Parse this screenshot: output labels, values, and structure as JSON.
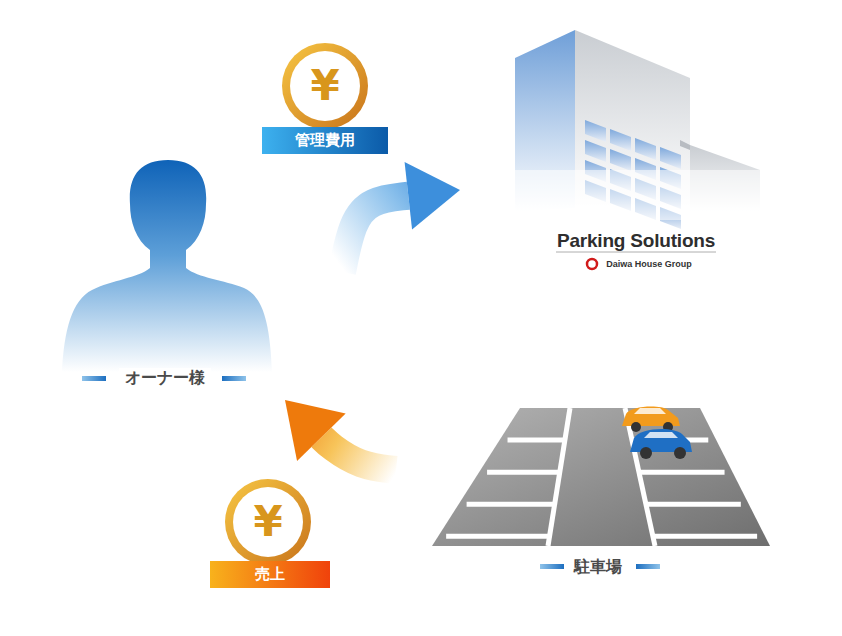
{
  "diagram": {
    "nodes": [
      {
        "text": [
          "オーナー様"
        ]
      },
      {
        "text": [
          "Parking Solutions",
          "Daiwa House Group"
        ]
      },
      {
        "text": [
          "駐車場"
        ]
      }
    ],
    "edges": [
      {
        "from": 0,
        "to": 1,
        "label": "管理費用",
        "arrow": "to"
      },
      {
        "from": 2,
        "to": 0,
        "label": "売上",
        "arrow": "to"
      }
    ],
    "labels": [
      "¥",
      "¥"
    ]
  }
}
